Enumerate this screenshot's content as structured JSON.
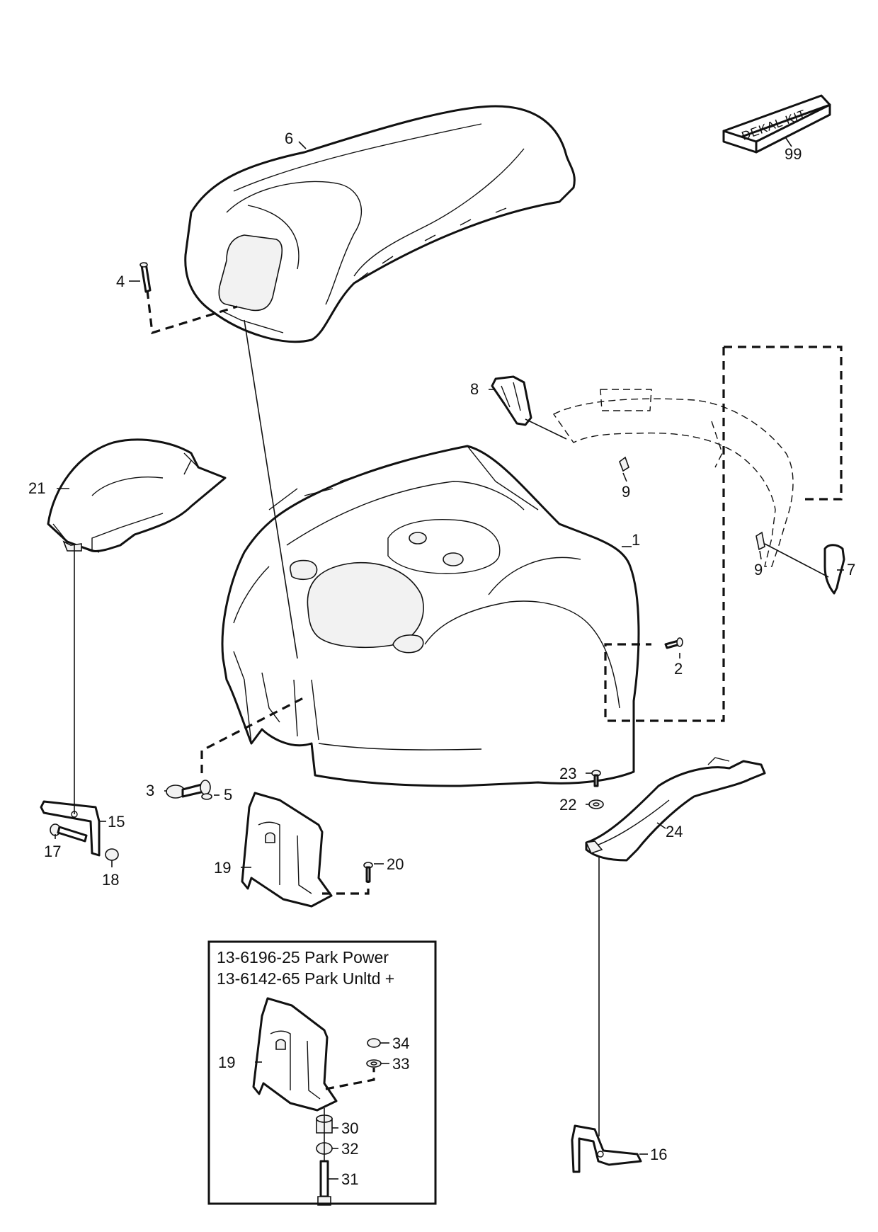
{
  "callouts": {
    "c1": "1",
    "c2": "2",
    "c3": "3",
    "c4": "4",
    "c5": "5",
    "c6": "6",
    "c7": "7",
    "c8": "8",
    "c9a": "9",
    "c9b": "9",
    "c15": "15",
    "c16": "16",
    "c17": "17",
    "c18": "18",
    "c19a": "19",
    "c19b": "19",
    "c20": "20",
    "c21": "21",
    "c22": "22",
    "c23": "23",
    "c24": "24",
    "c30": "30",
    "c31": "31",
    "c32": "32",
    "c33": "33",
    "c34": "34",
    "c99": "99"
  },
  "decal_kit": {
    "label": "DEKAL KIT"
  },
  "inset": {
    "line1": "13-6196-25 Park Power",
    "line2": "13-6142-65 Park Unltd +"
  },
  "colors": {
    "line": "#111111",
    "background": "#ffffff"
  }
}
